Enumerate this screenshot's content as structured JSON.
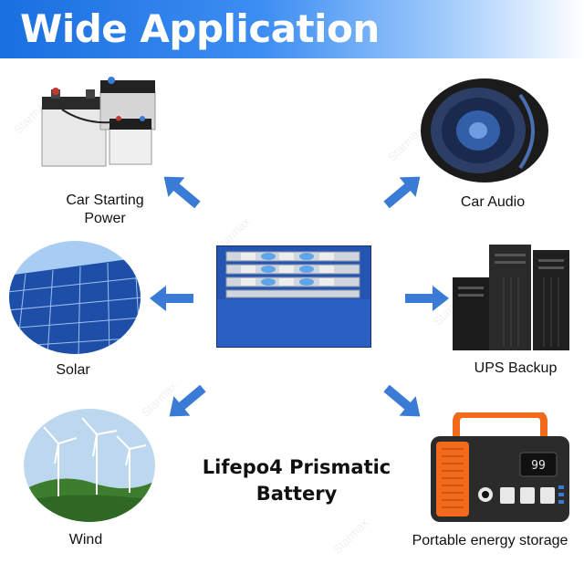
{
  "header": {
    "title": "Wide Application"
  },
  "center": {
    "product_line1": "Lifepo4 Prismatic",
    "product_line2": "Battery"
  },
  "applications": {
    "car_starting": {
      "line1": "Car Starting",
      "line2": "Power"
    },
    "car_audio": "Car Audio",
    "solar": "Solar",
    "ups": "UPS Backup",
    "wind": "Wind",
    "portable": "Portable energy storage"
  },
  "device": {
    "display": "99"
  },
  "watermark": "Starmax",
  "colors": {
    "accent": "#3a7bd5",
    "banner": "#1a6fe0",
    "orange": "#f26a1b"
  }
}
